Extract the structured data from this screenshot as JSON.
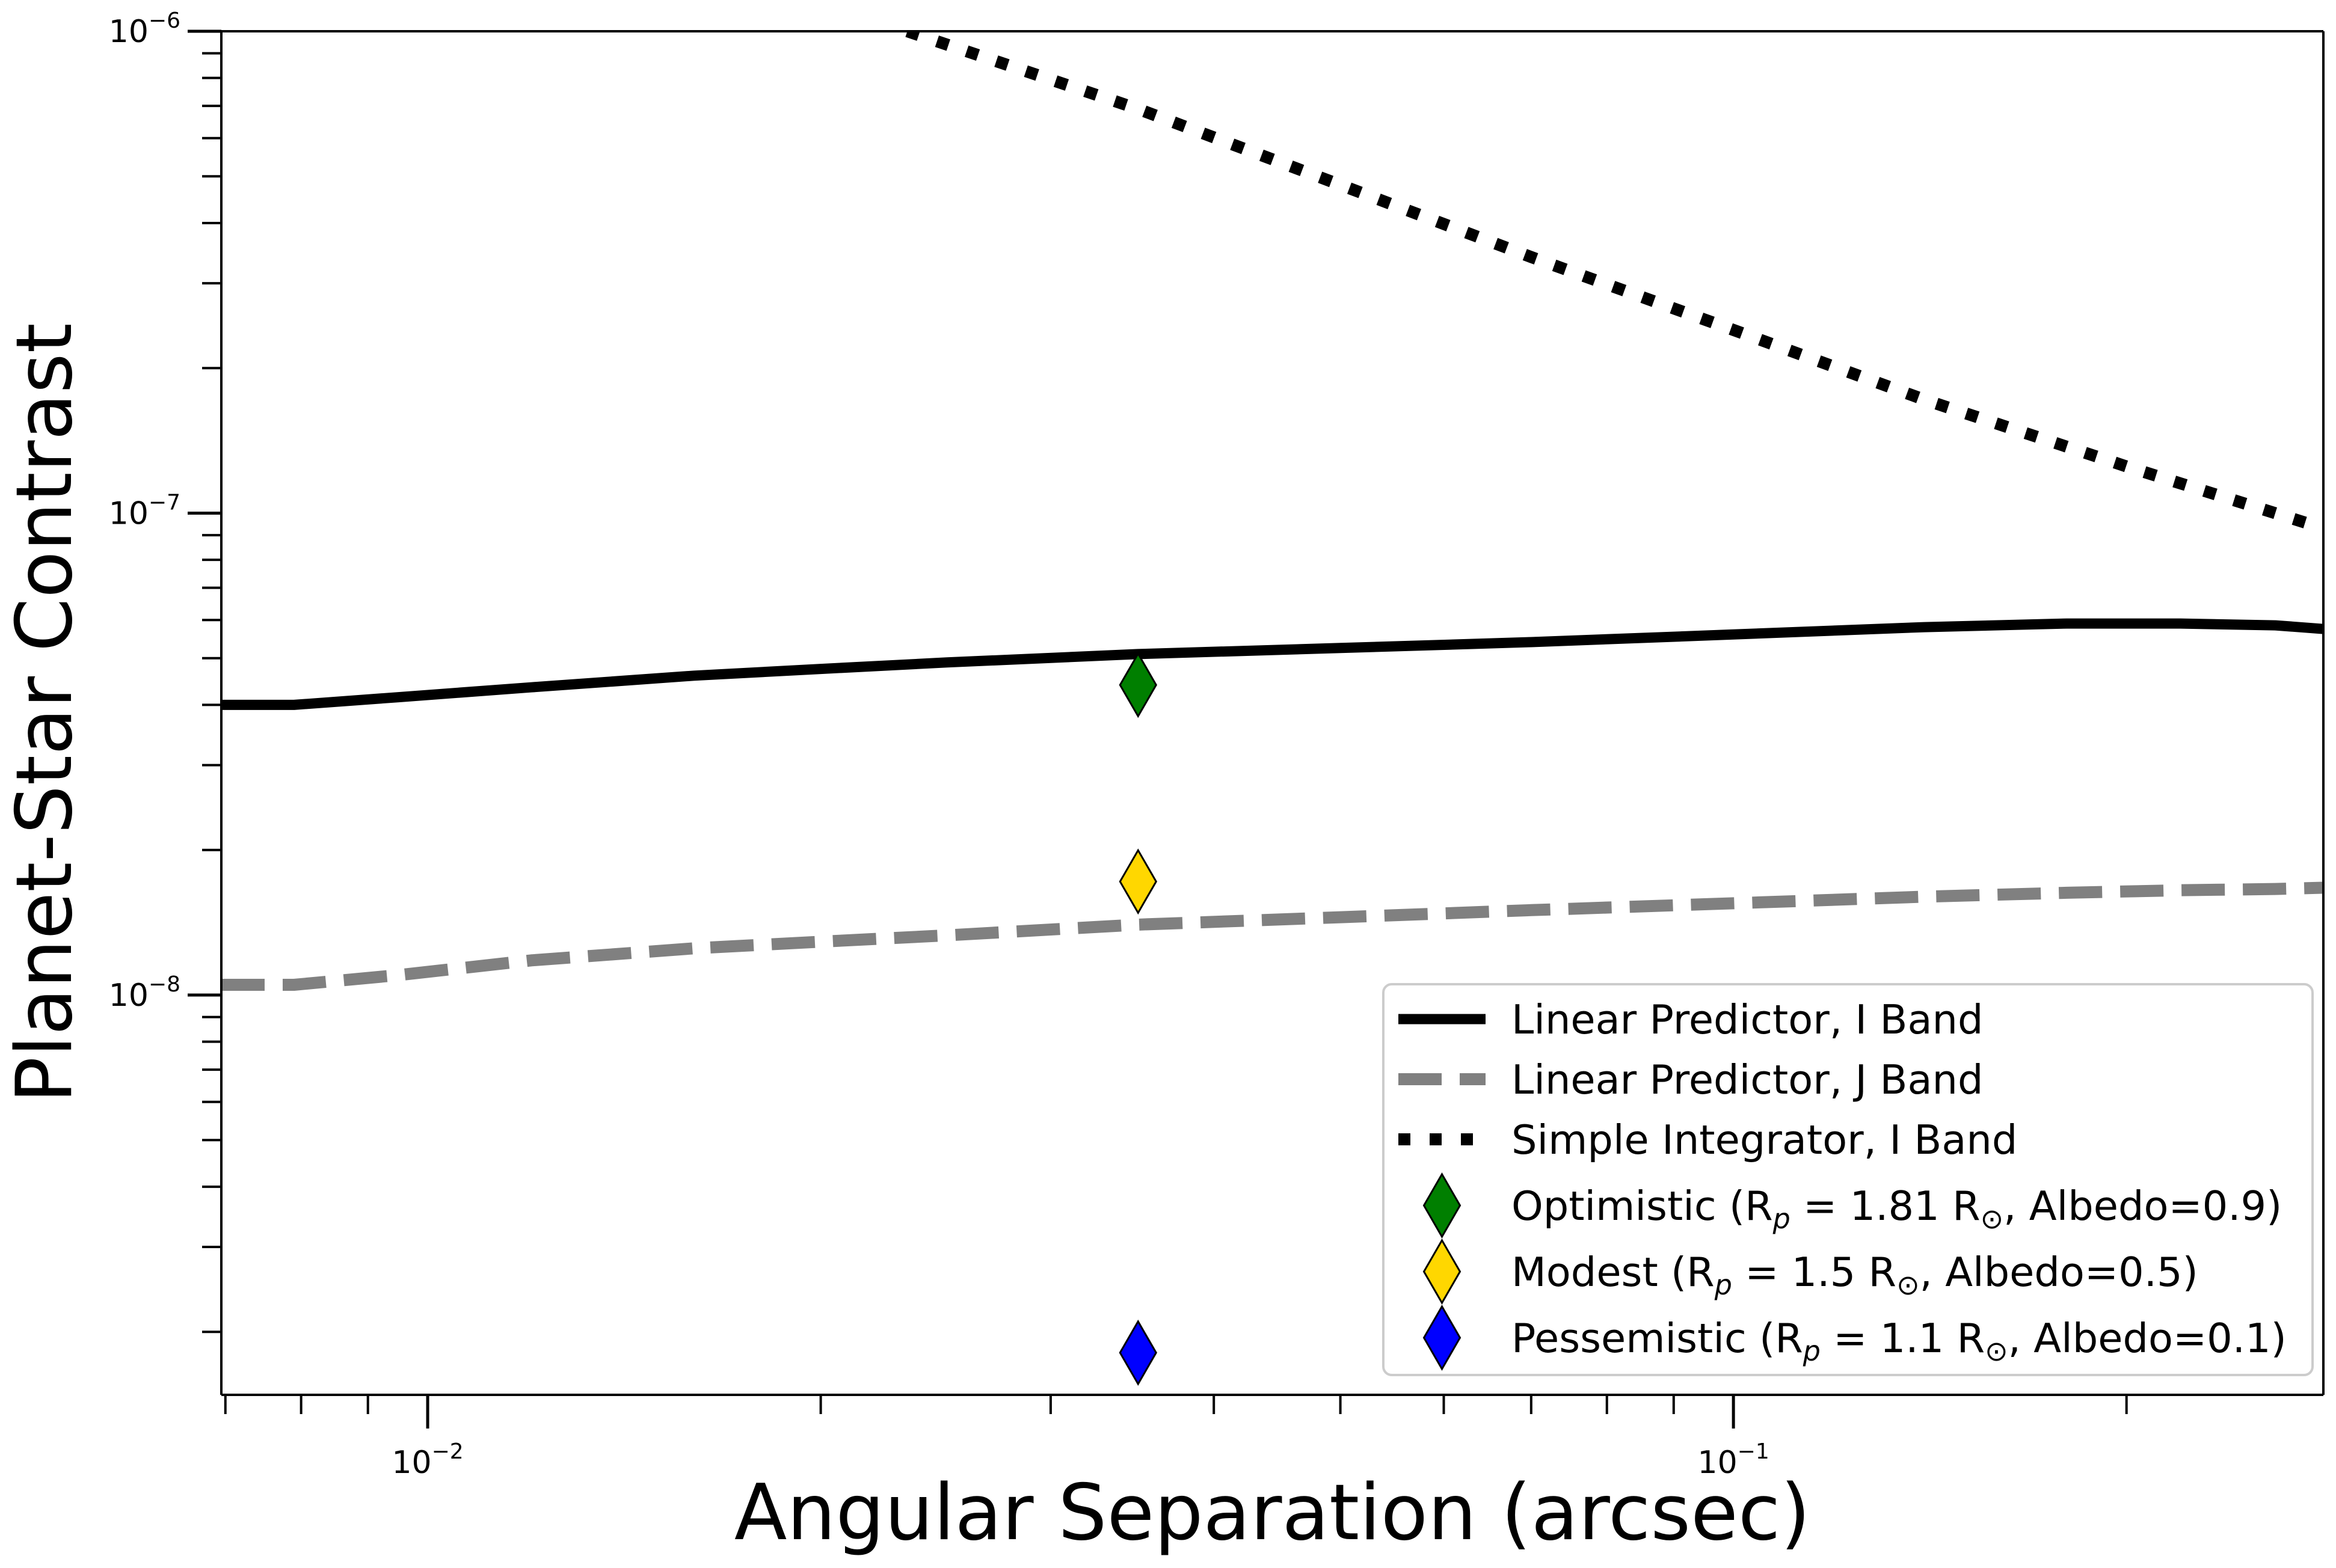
{
  "chart_data": {
    "type": "line",
    "title": "",
    "xlabel": "Angular Separation (arcsec)",
    "ylabel": "Planet-Star Contrast",
    "xscale": "log",
    "yscale": "log",
    "xlim": [
      0.00695,
      0.283
    ],
    "ylim": [
      1.48e-09,
      1e-06
    ],
    "x_ticks": [
      {
        "value": 0.01,
        "base": "10",
        "exp": "−2"
      },
      {
        "value": 0.1,
        "base": "10",
        "exp": "−1"
      }
    ],
    "y_ticks": [
      {
        "value": 1e-08,
        "base": "10",
        "exp": "−8"
      },
      {
        "value": 1e-07,
        "base": "10",
        "exp": "−7"
      },
      {
        "value": 1e-06,
        "base": "10",
        "exp": "−6"
      }
    ],
    "grid": false,
    "legend_position": "lower-right",
    "series": [
      {
        "name": "Linear Predictor, I Band",
        "style": "solid",
        "color": "#000000",
        "x": [
          0.00695,
          0.0079,
          0.0095,
          0.012,
          0.016,
          0.02,
          0.025,
          0.035,
          0.05,
          0.07,
          0.1,
          0.14,
          0.18,
          0.22,
          0.26,
          0.283
        ],
        "y": [
          4e-08,
          4e-08,
          4.15e-08,
          4.35e-08,
          4.6e-08,
          4.75e-08,
          4.9e-08,
          5.1e-08,
          5.25e-08,
          5.4e-08,
          5.6e-08,
          5.8e-08,
          5.9e-08,
          5.9e-08,
          5.85e-08,
          5.75e-08
        ]
      },
      {
        "name": "Linear Predictor, J Band",
        "style": "dashed",
        "color": "#808080",
        "x": [
          0.00695,
          0.0079,
          0.0095,
          0.012,
          0.016,
          0.02,
          0.025,
          0.035,
          0.05,
          0.07,
          0.1,
          0.14,
          0.18,
          0.22,
          0.26,
          0.283
        ],
        "y": [
          1.05e-08,
          1.05e-08,
          1.1e-08,
          1.18e-08,
          1.25e-08,
          1.29e-08,
          1.33e-08,
          1.4e-08,
          1.45e-08,
          1.5e-08,
          1.55e-08,
          1.6e-08,
          1.63e-08,
          1.65e-08,
          1.66e-08,
          1.67e-08
        ]
      },
      {
        "name": "Simple Integrator, I Band",
        "style": "dotted",
        "color": "#000000",
        "x": [
          0.0233,
          0.035,
          0.05,
          0.07,
          0.1,
          0.14,
          0.2,
          0.283
        ],
        "y": [
          1e-06,
          6.9e-07,
          4.8e-07,
          3.4e-07,
          2.4e-07,
          1.72e-07,
          1.25e-07,
          9.3e-08
        ]
      }
    ],
    "markers": [
      {
        "name": "Optimistic",
        "radius": "1.81",
        "albedo": "0.9",
        "color": "#007f00",
        "x": 0.035,
        "y": 4.4e-08
      },
      {
        "name": "Modest",
        "radius": "1.5",
        "albedo": "0.5",
        "color": "#ffd700",
        "x": 0.035,
        "y": 1.72e-08
      },
      {
        "name": "Pessemistic",
        "radius": "1.1",
        "albedo": "0.1",
        "color": "#0000ff",
        "x": 0.035,
        "y": 1.81e-09
      }
    ]
  }
}
